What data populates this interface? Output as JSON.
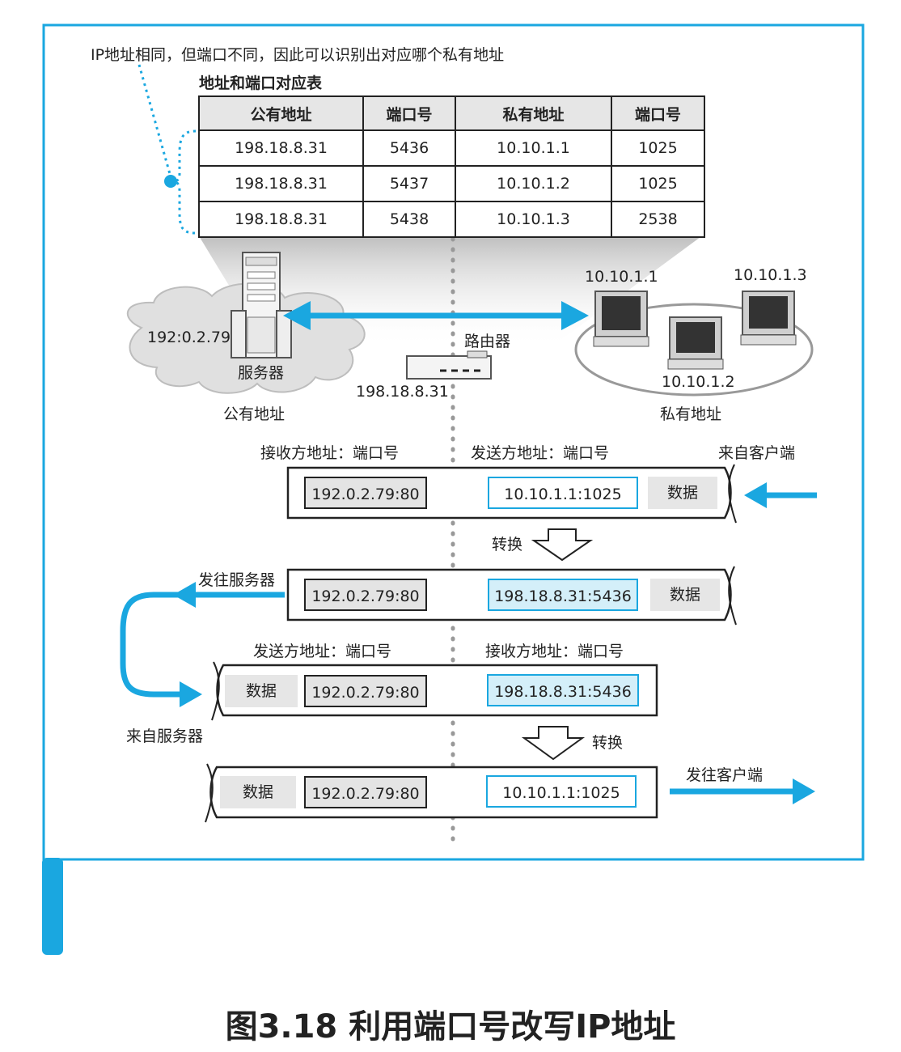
{
  "note": "IP地址相同，但端口不同，因此可以识别出对应哪个私有地址",
  "table": {
    "title": "地址和端口对应表",
    "headers": [
      "公有地址",
      "端口号",
      "私有地址",
      "端口号"
    ],
    "rows": [
      [
        "198.18.8.31",
        "5436",
        "10.10.1.1",
        "1025"
      ],
      [
        "198.18.8.31",
        "5437",
        "10.10.1.2",
        "1025"
      ],
      [
        "198.18.8.31",
        "5438",
        "10.10.1.3",
        "2538"
      ]
    ]
  },
  "network": {
    "server_ip": "192:0.2.79",
    "server_label": "服务器",
    "public_label": "公有地址",
    "router_label": "路由器",
    "router_ip": "198.18.8.31",
    "private_label": "私有地址",
    "pc1": "10.10.1.1",
    "pc2": "10.10.1.2",
    "pc3": "10.10.1.3"
  },
  "packets": {
    "p1": {
      "left_header": "接收方地址：端口号",
      "right_header": "发送方地址：端口号",
      "dest": "192.0.2.79:80",
      "src": "10.10.1.1:1025",
      "data": "数据",
      "from": "来自客户端"
    },
    "convert1": "转换",
    "p2": {
      "dest": "192.0.2.79:80",
      "src": "198.18.8.31:5436",
      "data": "数据",
      "to": "发往服务器"
    },
    "p3": {
      "left_header": "发送方地址：端口号",
      "right_header": "接收方地址：端口号",
      "data": "数据",
      "src": "192.0.2.79:80",
      "dest": "198.18.8.31:5436",
      "from": "来自服务器"
    },
    "convert2": "转换",
    "p4": {
      "data": "数据",
      "src": "192.0.2.79:80",
      "dest": "10.10.1.1:1025",
      "to": "发往客户端"
    }
  },
  "caption": "图3.18 利用端口号改写IP地址",
  "colors": {
    "accent": "#1aa7e0",
    "frame": "#1aa7e0",
    "packet_border": "#222222"
  }
}
